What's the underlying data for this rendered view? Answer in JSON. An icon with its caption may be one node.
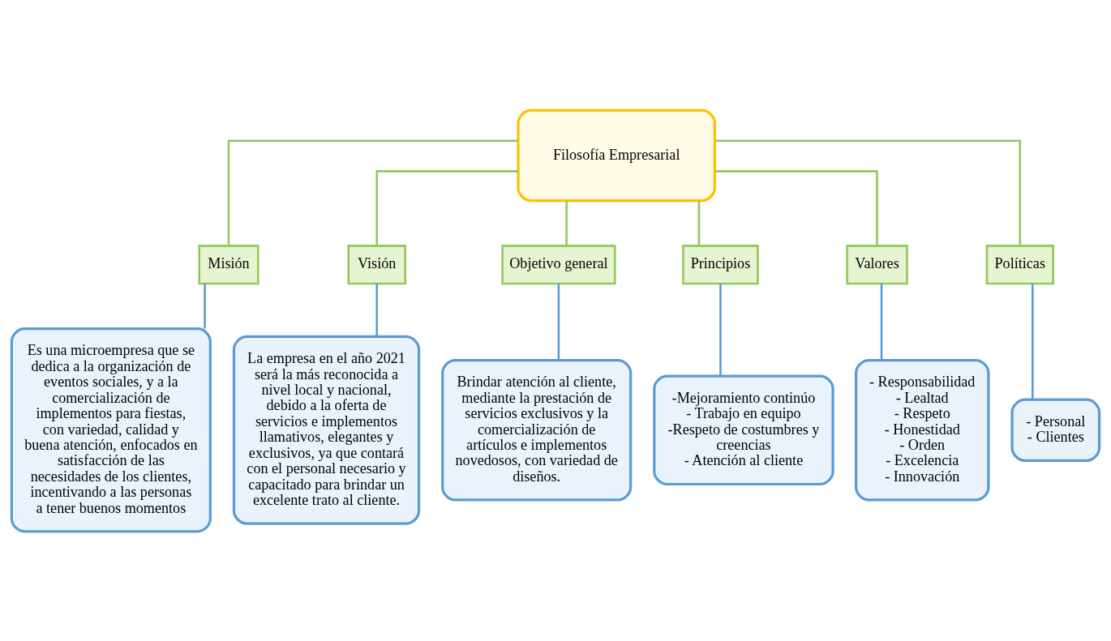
{
  "diagram": {
    "nodes": [
      {
        "text": [
          "Filosofía Empresarial"
        ]
      },
      {
        "text": [
          "Misión"
        ]
      },
      {
        "text": [
          "Visión"
        ]
      },
      {
        "text": [
          "Objetivo general"
        ]
      },
      {
        "text": [
          "Principios"
        ]
      },
      {
        "text": [
          "Valores"
        ]
      },
      {
        "text": [
          "Políticas"
        ]
      },
      {
        "text": [
          "Es una microempresa que se dedica a la organización de eventos sociales, y a la comercialización de implementos para fiestas, con variedad, calidad y buena atención, enfocados en satisfacción de las necesidades de los clientes, incentivando a las personas a tener buenos momentos"
        ]
      },
      {
        "text": [
          "La empresa en el año 2021 será la más reconocida a nivel local y nacional, debido a la oferta de servicios e implementos llamativos, elegantes y exclusivos, ya que contará con el personal necesario y capacitado para brindar un excelente trato al cliente."
        ]
      },
      {
        "text": [
          "Brindar atención al cliente, mediante la prestación de servicios exclusivos y la comercialización de artículos e implementos novedosos, con variedad de diseños."
        ]
      },
      {
        "text": [
          "-Mejoramiento continúo",
          "- Trabajo en equipo",
          "-Respeto de costumbres y creencias",
          "- Atención al cliente"
        ]
      },
      {
        "text": [
          "- Responsabilidad",
          "- Lealtad",
          "- Respeto",
          "- Honestidad",
          "- Orden",
          "- Excelencia",
          "- Innovación"
        ]
      },
      {
        "text": [
          "- Personal",
          "- Clientes"
        ]
      }
    ],
    "edges": [
      {
        "from": 0,
        "to": 1,
        "arrow": "none"
      },
      {
        "from": 0,
        "to": 2,
        "arrow": "none"
      },
      {
        "from": 0,
        "to": 3,
        "arrow": "none"
      },
      {
        "from": 0,
        "to": 4,
        "arrow": "none"
      },
      {
        "from": 0,
        "to": 5,
        "arrow": "none"
      },
      {
        "from": 0,
        "to": 6,
        "arrow": "none"
      },
      {
        "from": 1,
        "to": 7,
        "arrow": "none",
        "color": "#5b9bd5"
      },
      {
        "from": 2,
        "to": 8,
        "arrow": "none",
        "color": "#5b9bd5"
      },
      {
        "from": 3,
        "to": 9,
        "arrow": "none",
        "color": "#5b9bd5"
      },
      {
        "from": 4,
        "to": 10,
        "arrow": "none",
        "color": "#5b9bd5"
      },
      {
        "from": 5,
        "to": 11,
        "arrow": "none",
        "color": "#5b9bd5"
      },
      {
        "from": 6,
        "to": 12,
        "arrow": "none",
        "color": "#5b9bd5"
      }
    ]
  }
}
